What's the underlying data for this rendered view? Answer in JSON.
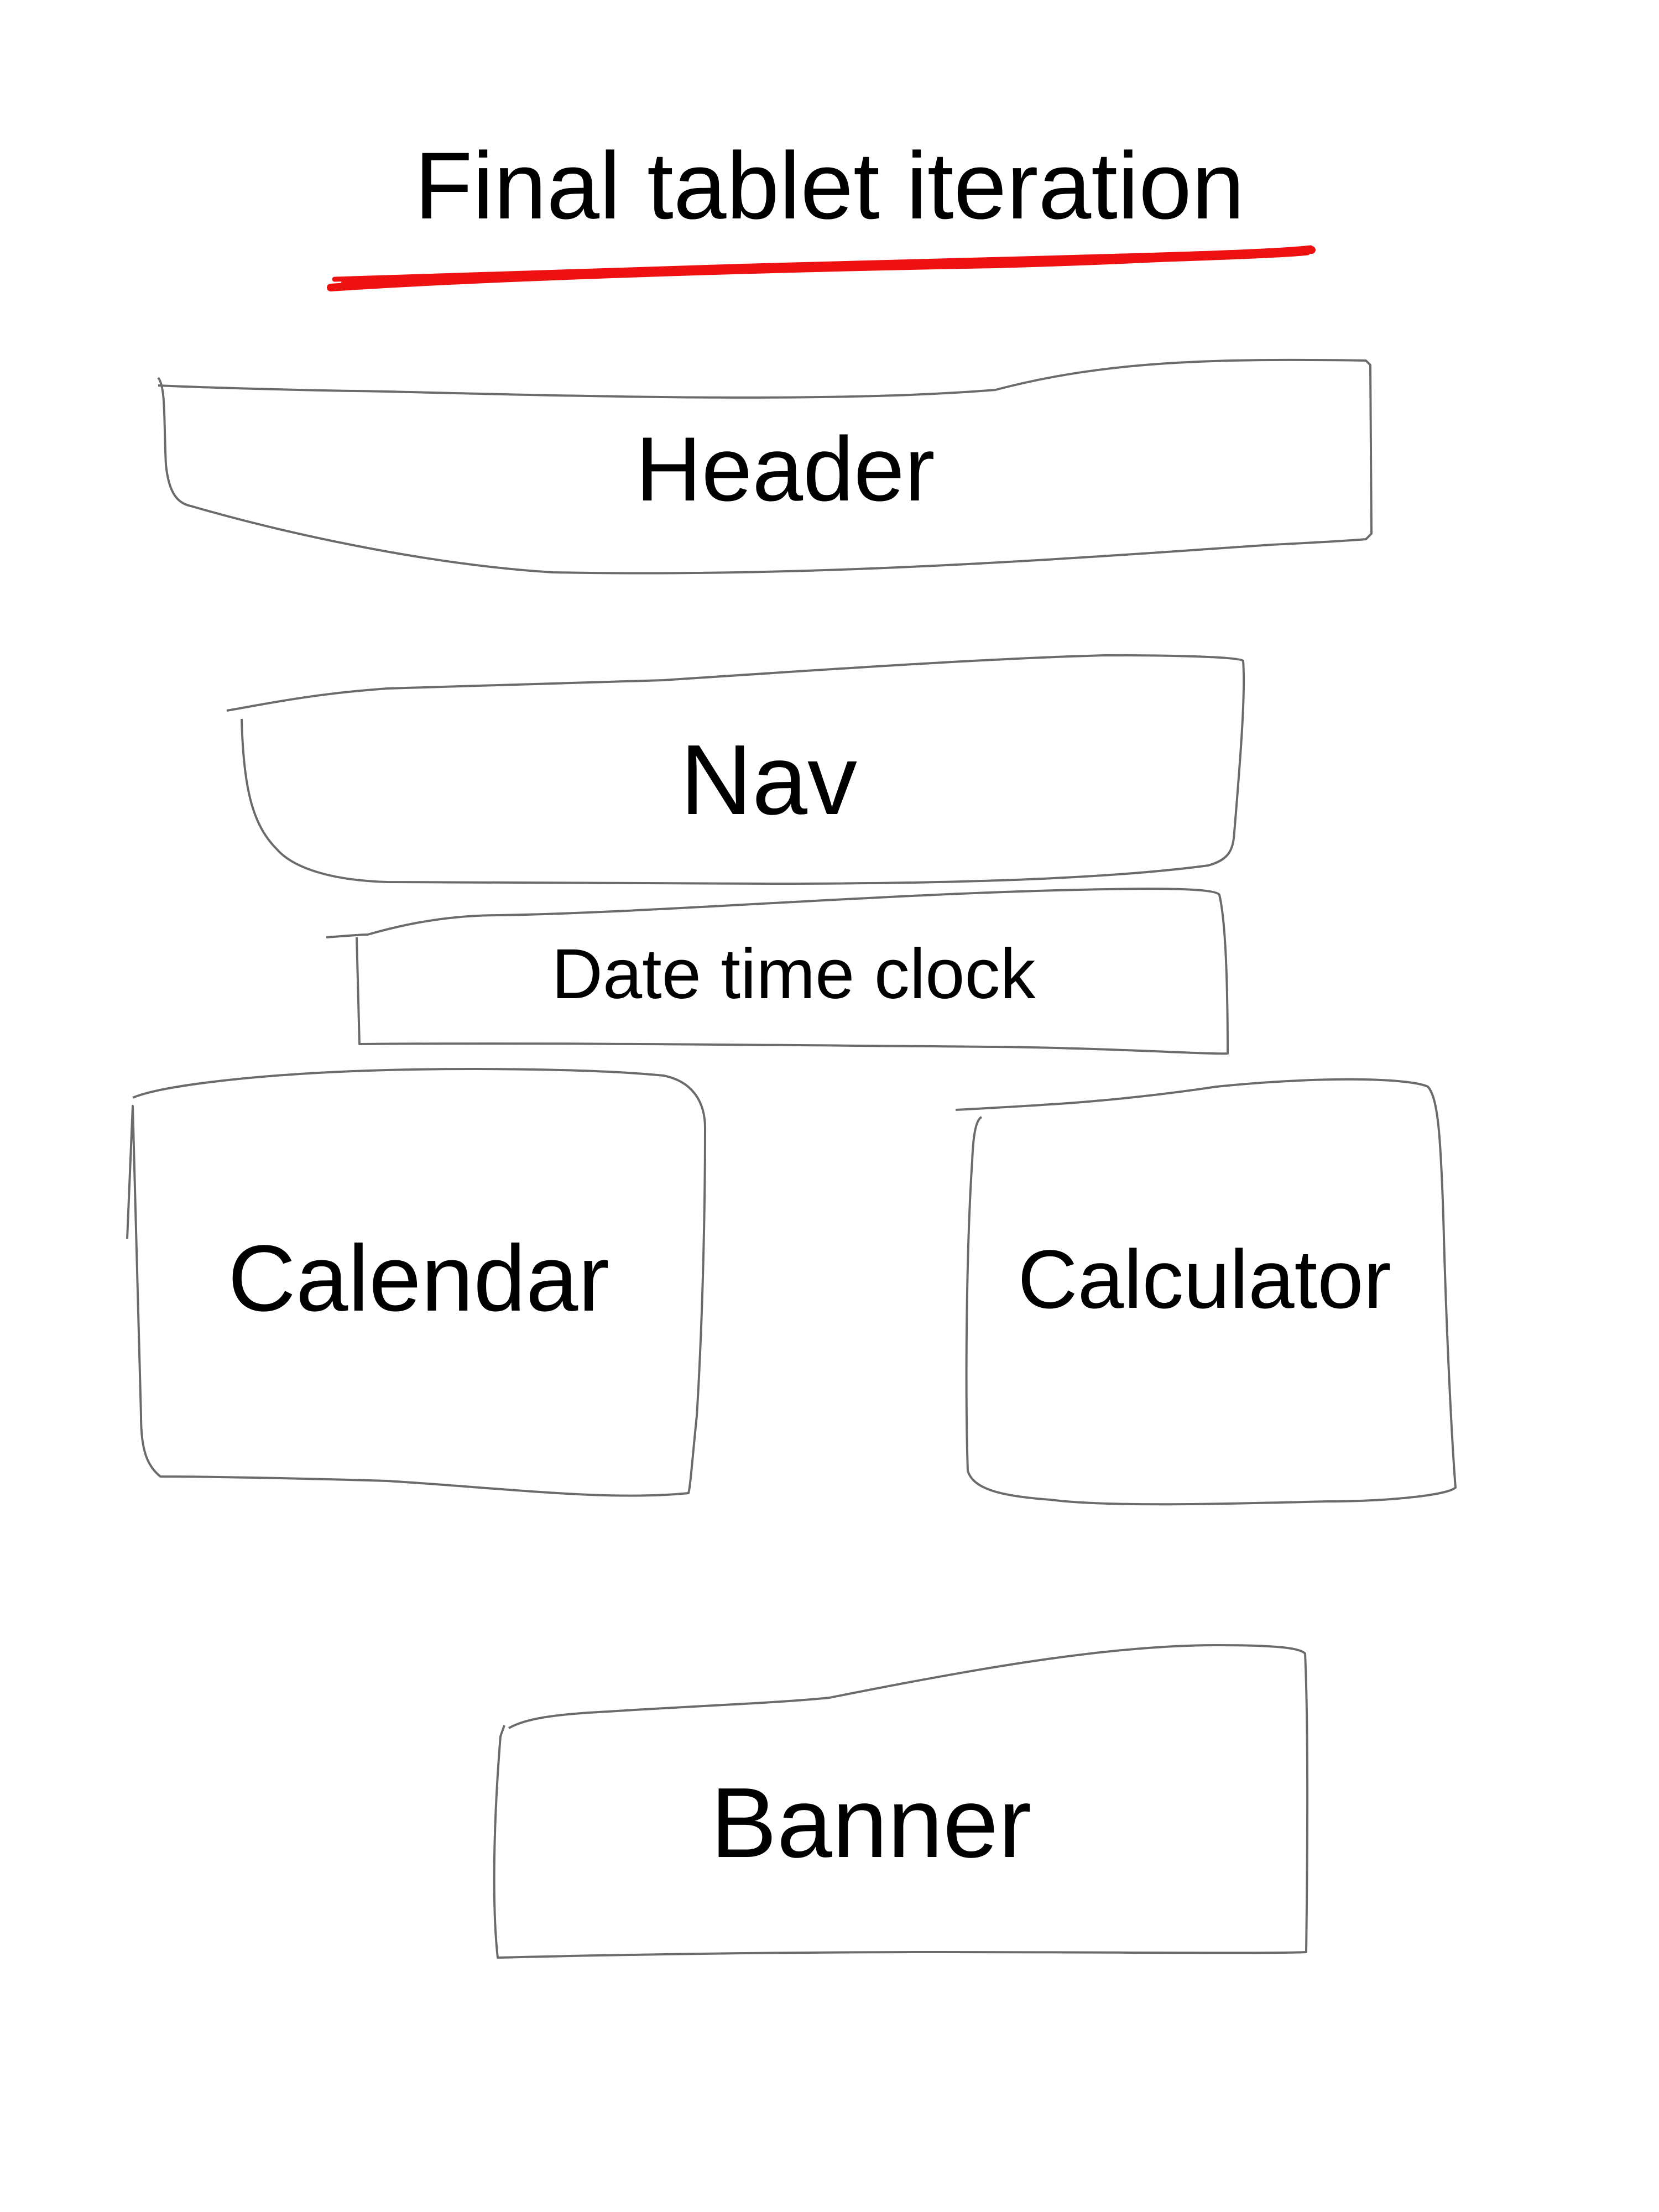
{
  "title": "Final tablet iteration",
  "colors": {
    "underline": "#ee1111",
    "outline": "#6b6b6b",
    "text": "#000000",
    "background": "#ffffff"
  },
  "blocks": {
    "header": "Header",
    "nav": "Nav",
    "date_time_clock": "Date time clock",
    "calendar": "Calendar",
    "calculator": "Calculator",
    "banner": "Banner"
  }
}
